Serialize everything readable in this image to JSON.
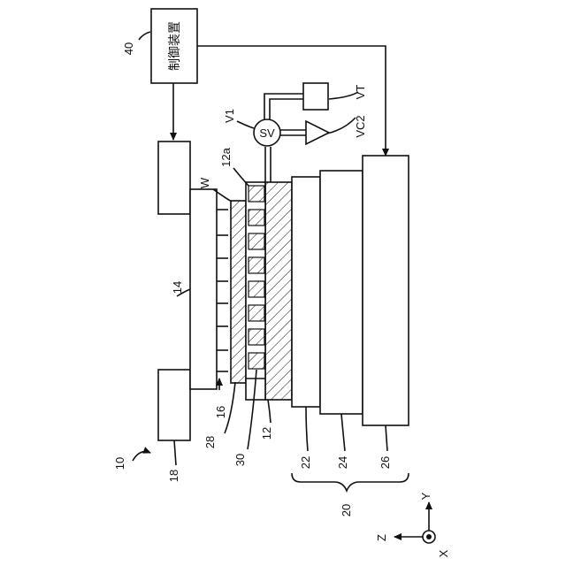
{
  "labels": {
    "controller_text": "制御装置",
    "n40": "40",
    "n10": "10",
    "n18": "18",
    "n14": "14",
    "n16": "16",
    "n28": "28",
    "n30": "30",
    "n12": "12",
    "n12a": "12a",
    "nW": "W",
    "nV1": "V1",
    "nSV": "SV",
    "nVT": "VT",
    "nVC2": "VC2",
    "n22": "22",
    "n24": "24",
    "n26": "26",
    "n20": "20"
  },
  "axes": {
    "y": "Y",
    "z": "Z",
    "x": "X"
  }
}
